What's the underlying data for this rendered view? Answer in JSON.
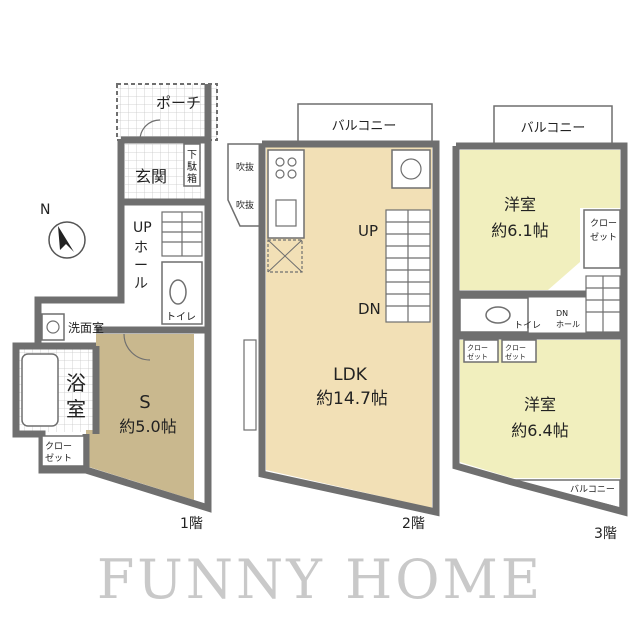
{
  "floors": {
    "f1": {
      "label": "1階",
      "rooms": {
        "porch": "ポーチ",
        "entrance": "玄関",
        "shoe_box_1": "下",
        "shoe_box_2": "駄",
        "shoe_box_3": "箱",
        "hall_up": "UP",
        "hall_1": "ホ",
        "hall_2": "ー",
        "hall_3": "ル",
        "toilet": "トイレ",
        "washroom": "洗面室",
        "bath_1": "浴",
        "bath_2": "室",
        "closet_1": "クロー",
        "closet_2": "ゼット",
        "s_room": "S",
        "s_room_size": "約5.0帖"
      }
    },
    "f2": {
      "label": "2階",
      "rooms": {
        "balcony": "バルコニー",
        "void_1": "吹抜",
        "void_2": "吹抜",
        "up": "UP",
        "dn": "DN",
        "ldk": "LDK",
        "ldk_size": "約14.7帖"
      }
    },
    "f3": {
      "label": "3階",
      "rooms": {
        "balcony_top": "バルコニー",
        "balcony_bottom": "バルコニー",
        "western_a": "洋室",
        "western_a_size": "約6.1帖",
        "closet_a_1": "クロー",
        "closet_a_2": "ゼット",
        "toilet": "トイレ",
        "dn_hall_1": "DN",
        "dn_hall_2": "ホール",
        "closet_b_1": "クロー",
        "closet_b_2": "ゼット",
        "closet_c_1": "クロー",
        "closet_c_2": "ゼット",
        "western_b": "洋室",
        "western_b_size": "約6.4帖"
      }
    }
  },
  "compass": "N",
  "watermark": "FUNNY HOME",
  "colors": {
    "wall": "#6f6f6f",
    "wood_floor": "#f2e0b6",
    "s_room_floor": "#c9b88e",
    "western_floor": "#f1efbe",
    "tile": "#ffffff"
  }
}
